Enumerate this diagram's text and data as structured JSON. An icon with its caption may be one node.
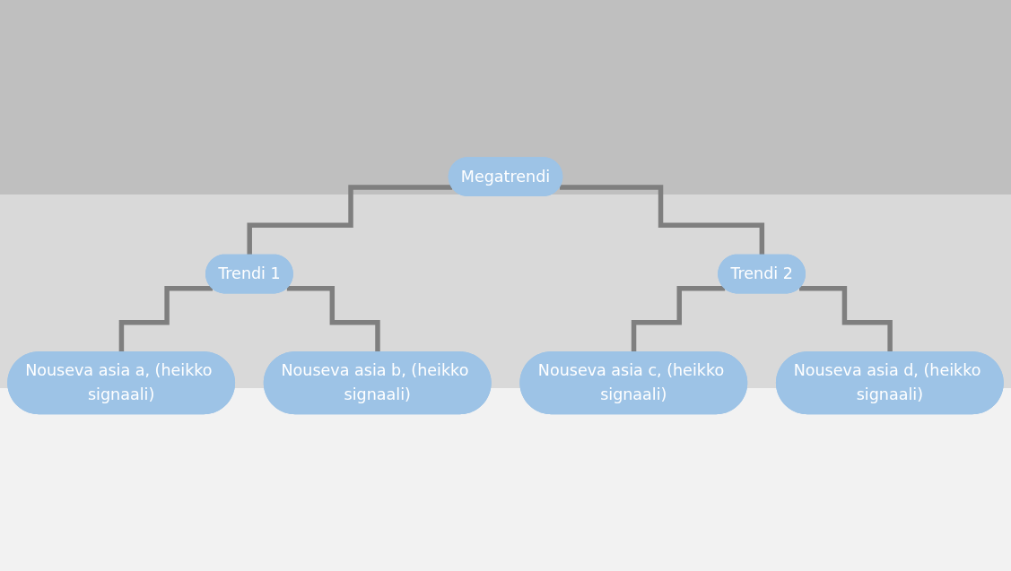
{
  "diagram": {
    "nodes": [
      {
        "text": [
          "Megatrendi"
        ]
      },
      {
        "text": [
          "Trendi 1"
        ]
      },
      {
        "text": [
          "Trendi 2"
        ]
      },
      {
        "text": [
          "Nouseva asia a, (heikko signaali)"
        ]
      },
      {
        "text": [
          "Nouseva asia b, (heikko signaali)"
        ]
      },
      {
        "text": [
          "Nouseva asia c, (heikko signaali)"
        ]
      },
      {
        "text": [
          "Nouseva asia d, (heikko signaali)"
        ]
      }
    ],
    "edges": [
      {
        "from": 0,
        "to": 1,
        "arrow": "none"
      },
      {
        "from": 0,
        "to": 2,
        "arrow": "none"
      },
      {
        "from": 1,
        "to": 3,
        "arrow": "none"
      },
      {
        "from": 1,
        "to": 4,
        "arrow": "none"
      },
      {
        "from": 2,
        "to": 5,
        "arrow": "none"
      },
      {
        "from": 2,
        "to": 6,
        "arrow": "none"
      }
    ]
  }
}
